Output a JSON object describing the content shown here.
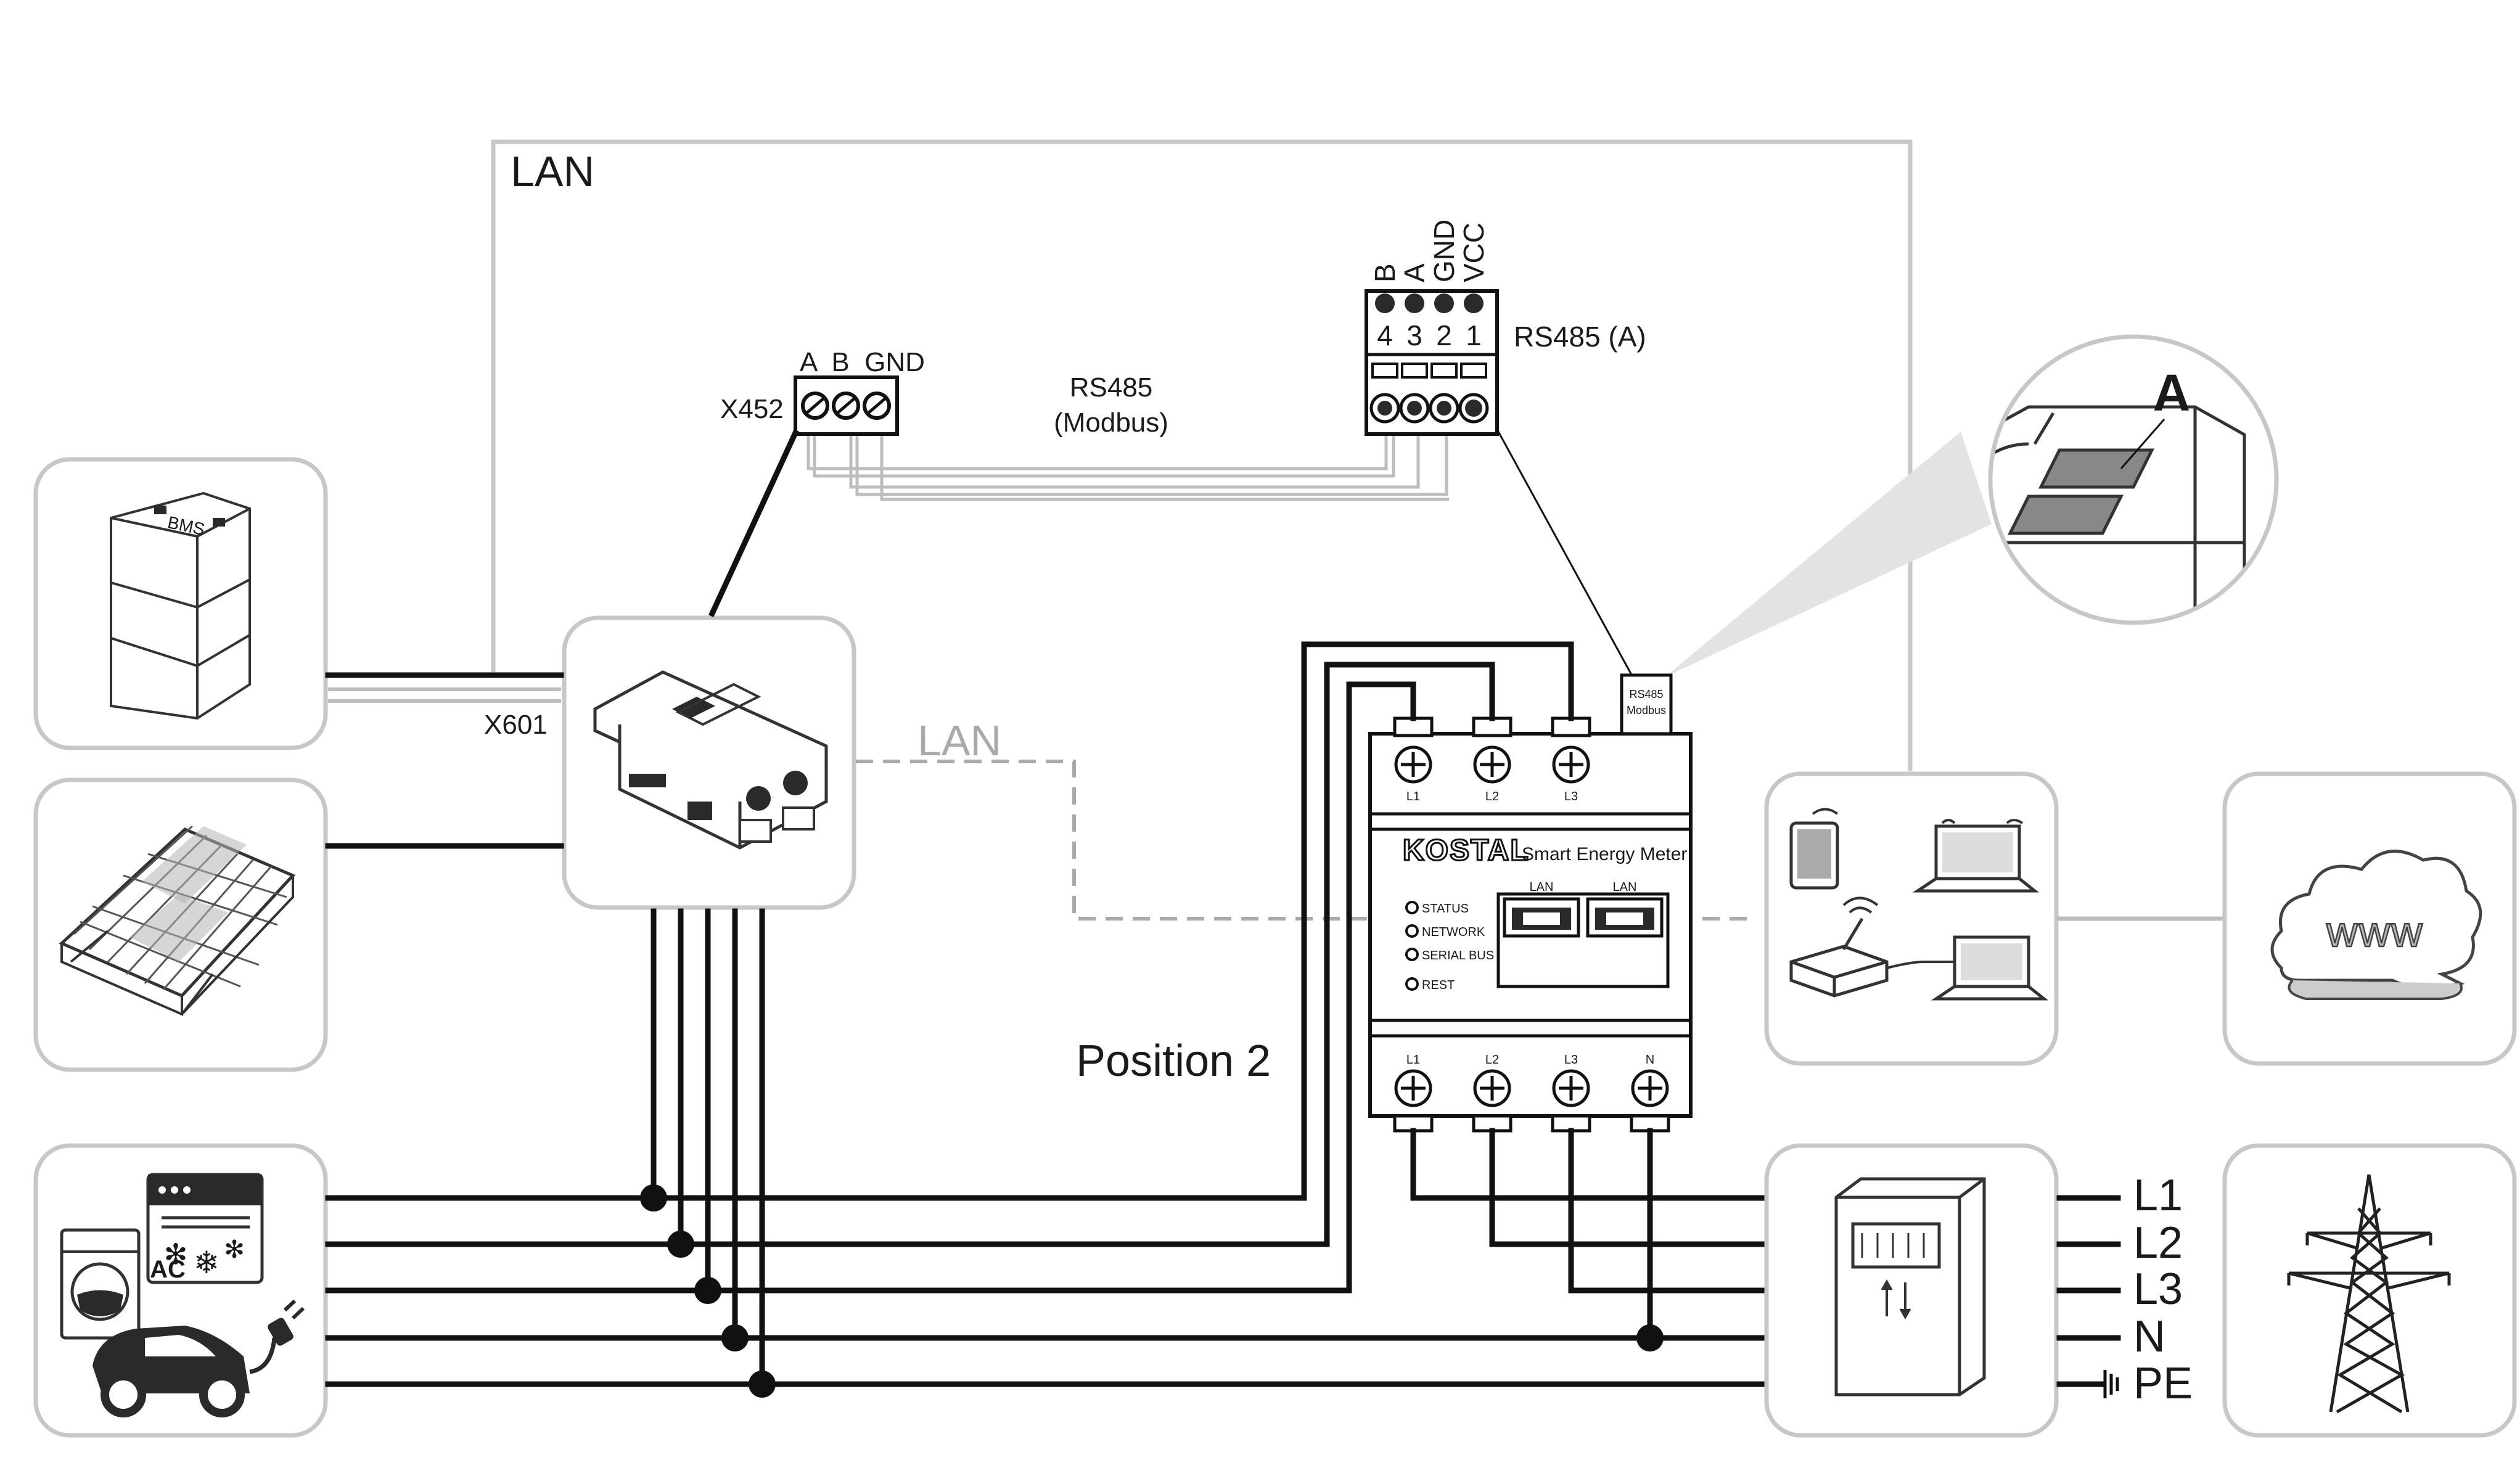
{
  "labels": {
    "lan_title": "LAN",
    "lan_dashed": "LAN",
    "x452": "X452",
    "x452_pins": "A  B  GND",
    "rs485_l1": "RS485",
    "rs485_l2": "(Modbus)",
    "rs485_a": "RS485 (A)",
    "pin_names": [
      "B",
      "A",
      "GND",
      "VCC"
    ],
    "pin_numbers": [
      "4",
      "3",
      "2",
      "1"
    ],
    "x601": "X601",
    "callout": "A",
    "position": "Position 2",
    "rs485_port_l1": "RS485",
    "rs485_port_l2": "Modbus"
  },
  "meter": {
    "brand": "KOSTAL",
    "model": "Smart Energy Meter",
    "top_terminals": [
      "L1",
      "L2",
      "L3"
    ],
    "bottom_terminals": [
      "L1",
      "L2",
      "L3",
      "N"
    ],
    "lan_ports": [
      "LAN",
      "LAN"
    ],
    "leds": [
      "STATUS",
      "NETWORK",
      "SERIAL BUS",
      "REST"
    ]
  },
  "grid_lines": [
    "L1",
    "L2",
    "L3",
    "N",
    "PE"
  ],
  "icons": [
    "battery-icon",
    "solar-panel-icon",
    "household-loads-icon",
    "inverter-icon",
    "network-devices-icon",
    "internet-cloud-icon",
    "energy-meter-icon",
    "power-pylon-icon"
  ],
  "cloud_text": "www",
  "appliance_text": "AC",
  "battery_text": "BMS"
}
